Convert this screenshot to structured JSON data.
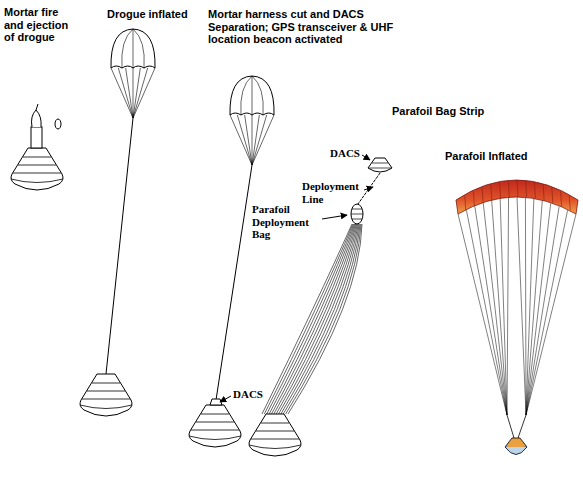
{
  "diagram": {
    "labels": [
      "Mortar fire and ejection of drogue",
      "Drogue inflated",
      "Mortar harness cut and DACS Separation; GPS transceiver & UHF location beacon activated",
      "DACS",
      "Parafoil Bag Strip",
      "DACS",
      "Deployment Line",
      "Parafoil Deployment Bag",
      "Parafoil Inflated"
    ]
  }
}
